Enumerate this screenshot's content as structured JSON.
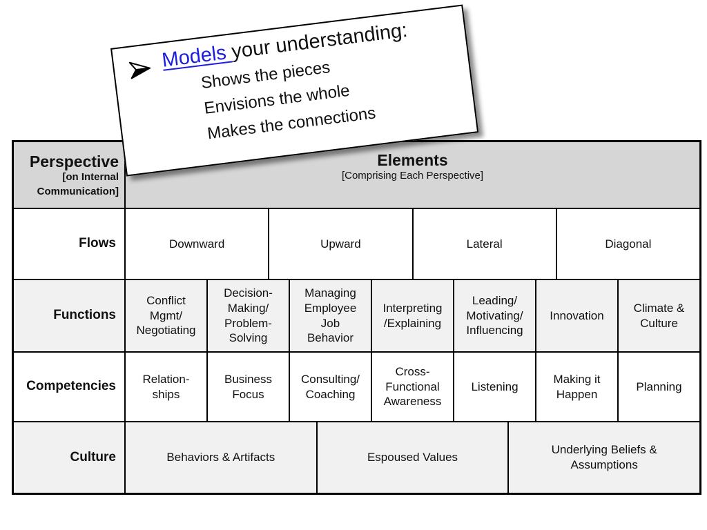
{
  "callout": {
    "bullet_icon": "arrow-bullet-icon",
    "title_link": "Models ",
    "title_rest": "your understanding:",
    "items": [
      "Shows the pieces",
      "Envisions the whole",
      "Makes the connections"
    ],
    "link_color": "#1d1ddf"
  },
  "table": {
    "header": {
      "perspective_title": "Perspective",
      "perspective_sub": "[on Internal\nCommunication]",
      "elements_title": "Elements",
      "elements_sub": "[Comprising Each Perspective]"
    },
    "rows": [
      {
        "label": "Flows",
        "cells": [
          "Downward",
          "Upward",
          "Lateral",
          "Diagonal"
        ]
      },
      {
        "label": "Functions",
        "cells": [
          "Conflict\nMgmt/\nNegotiating",
          "Decision-\nMaking/\nProblem-\nSolving",
          "Managing\nEmployee\nJob\nBehavior",
          "Interpreting\n/Explaining",
          "Leading/\nMotivating/\nInfluencing",
          "Innovation",
          "Climate &\nCulture"
        ]
      },
      {
        "label": "Competencies",
        "cells": [
          "Relation-\nships",
          "Business\nFocus",
          "Consulting/\nCoaching",
          "Cross-\nFunctional\nAwareness",
          "Listening",
          "Making it\nHappen",
          "Planning"
        ]
      },
      {
        "label": "Culture",
        "cells": [
          "Behaviors & Artifacts",
          "Espoused Values",
          "Underlying Beliefs &\nAssumptions"
        ]
      }
    ]
  },
  "colors": {
    "header_fill": "#d6d6d6",
    "shaded_row_fill": "#f1f1f1",
    "border": "#000000",
    "link_blue": "#1d1ddf"
  }
}
